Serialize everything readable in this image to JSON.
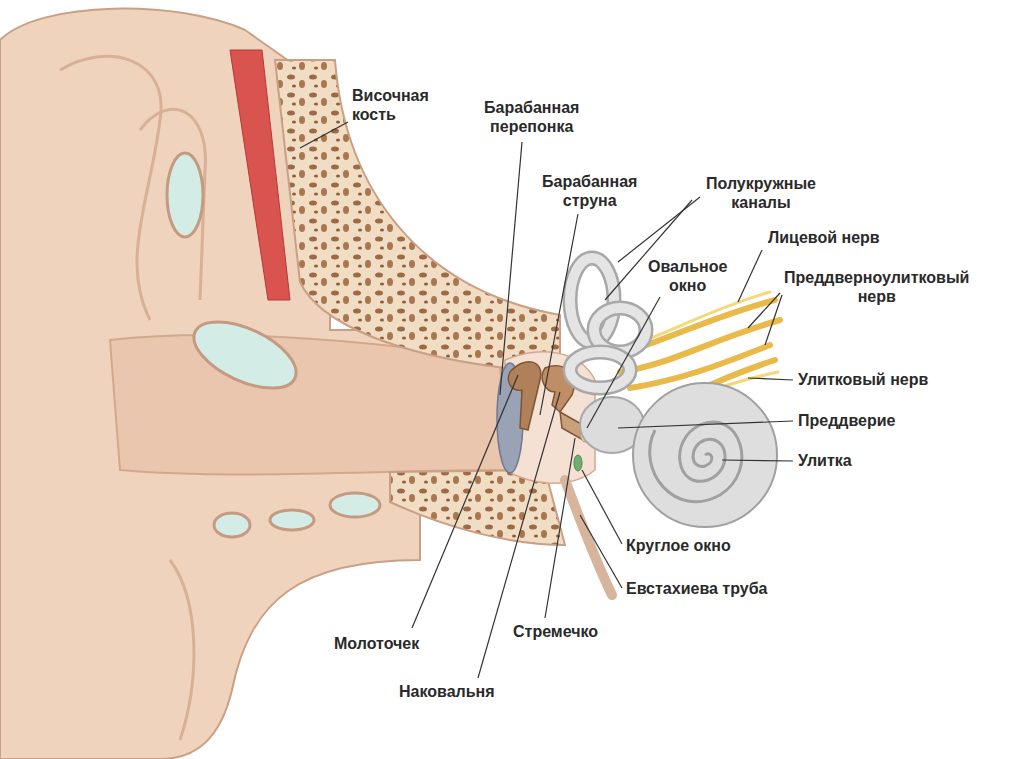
{
  "diagram": {
    "labels": [
      "Височная кость",
      "Барабанная перепонка",
      "Барабанная струна",
      "Полукружные каналы",
      "Овальное окно",
      "Лицевой нерв",
      "Преддверноулитковый нерв",
      "Улитковый нерв",
      "Преддверие",
      "Улитка",
      "Круглое окно",
      "Евстахиева труба",
      "Молоточек",
      "Стремечко",
      "Наковальня"
    ]
  }
}
